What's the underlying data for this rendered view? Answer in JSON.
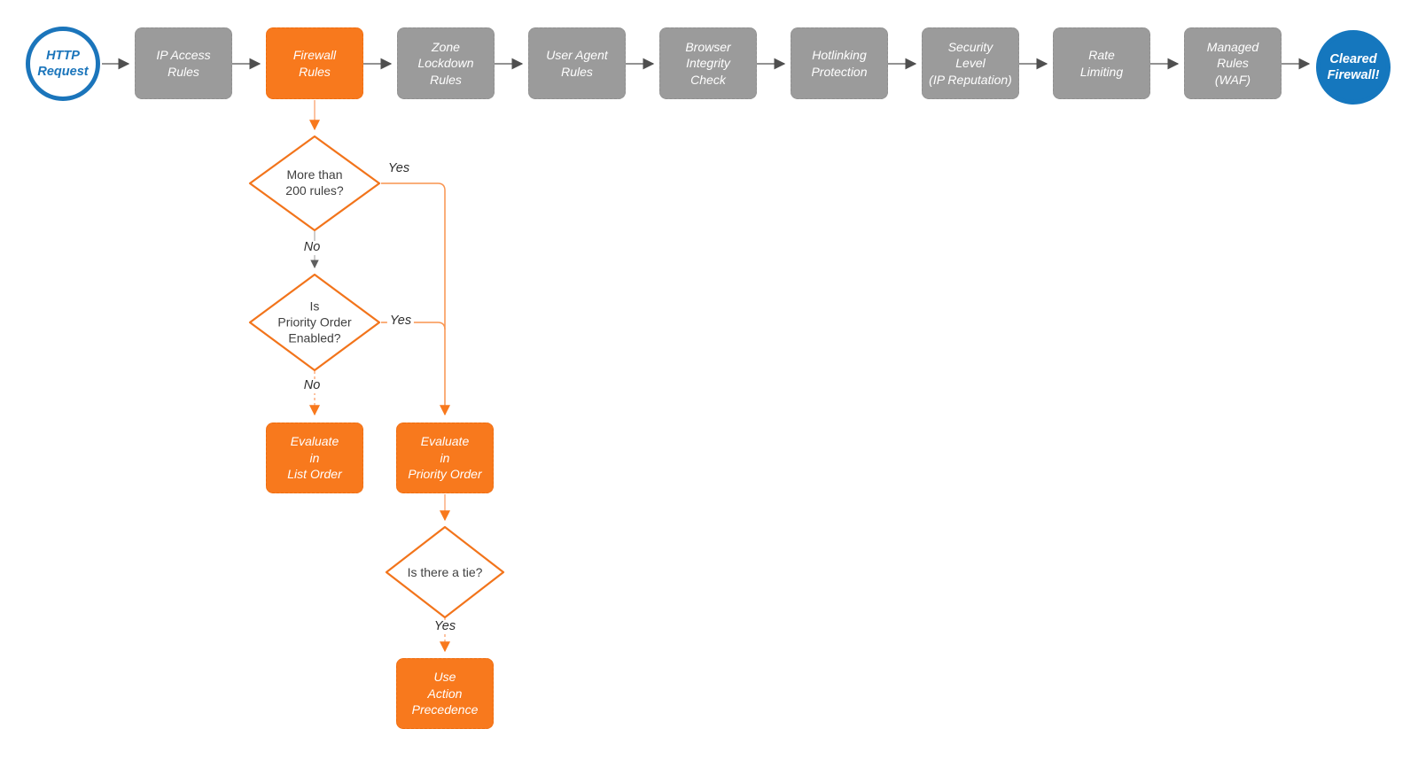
{
  "title": "Firewall request evaluation flowchart",
  "colors": {
    "stage_gray": "#9B9B9B",
    "accent_orange": "#F8791D",
    "diamond_stroke_orange": "#F2741B",
    "brand_blue": "#1577BE",
    "blue_ring": "#1B75BB",
    "connector_gray": "#6E6E6E",
    "connector_orange_light": "#FBAE80",
    "connector_orange_mid": "#F9944F",
    "text_white": "#FFFFFF",
    "label_dark": "#2F2F2F"
  },
  "pipeline": {
    "start": {
      "label": "HTTP\nRequest"
    },
    "stages": [
      {
        "id": "ip-access-rules",
        "label": "IP Access\nRules",
        "highlight": false
      },
      {
        "id": "firewall-rules",
        "label": "Firewall\nRules",
        "highlight": true
      },
      {
        "id": "zone-lockdown-rules",
        "label": "Zone\nLockdown\nRules",
        "highlight": false
      },
      {
        "id": "user-agent-rules",
        "label": "User Agent\nRules",
        "highlight": false
      },
      {
        "id": "browser-integrity-check",
        "label": "Browser\nIntegrity\nCheck",
        "highlight": false
      },
      {
        "id": "hotlinking-protection",
        "label": "Hotlinking\nProtection",
        "highlight": false
      },
      {
        "id": "security-level",
        "label": "Security\nLevel\n(IP Reputation)",
        "highlight": false
      },
      {
        "id": "rate-limiting",
        "label": "Rate\nLimiting",
        "highlight": false
      },
      {
        "id": "managed-rules-waf",
        "label": "Managed\nRules\n(WAF)",
        "highlight": false
      }
    ],
    "end": {
      "label": "Cleared\nFirewall!"
    }
  },
  "branch": {
    "decision_rules": {
      "label": "More than\n200 rules?"
    },
    "decision_priority": {
      "label": "Is\nPriority Order\nEnabled?"
    },
    "decision_tie": {
      "label": "Is there a tie?"
    },
    "evaluate_list": {
      "label": "Evaluate\nin\nList Order"
    },
    "evaluate_priority": {
      "label": "Evaluate\nin\nPriority Order"
    },
    "use_action_precedence": {
      "label": "Use\nAction\nPrecedence"
    },
    "edge_labels": {
      "rules_yes": "Yes",
      "rules_no": "No",
      "priority_yes": "Yes",
      "priority_no": "No",
      "tie_yes": "Yes"
    }
  }
}
